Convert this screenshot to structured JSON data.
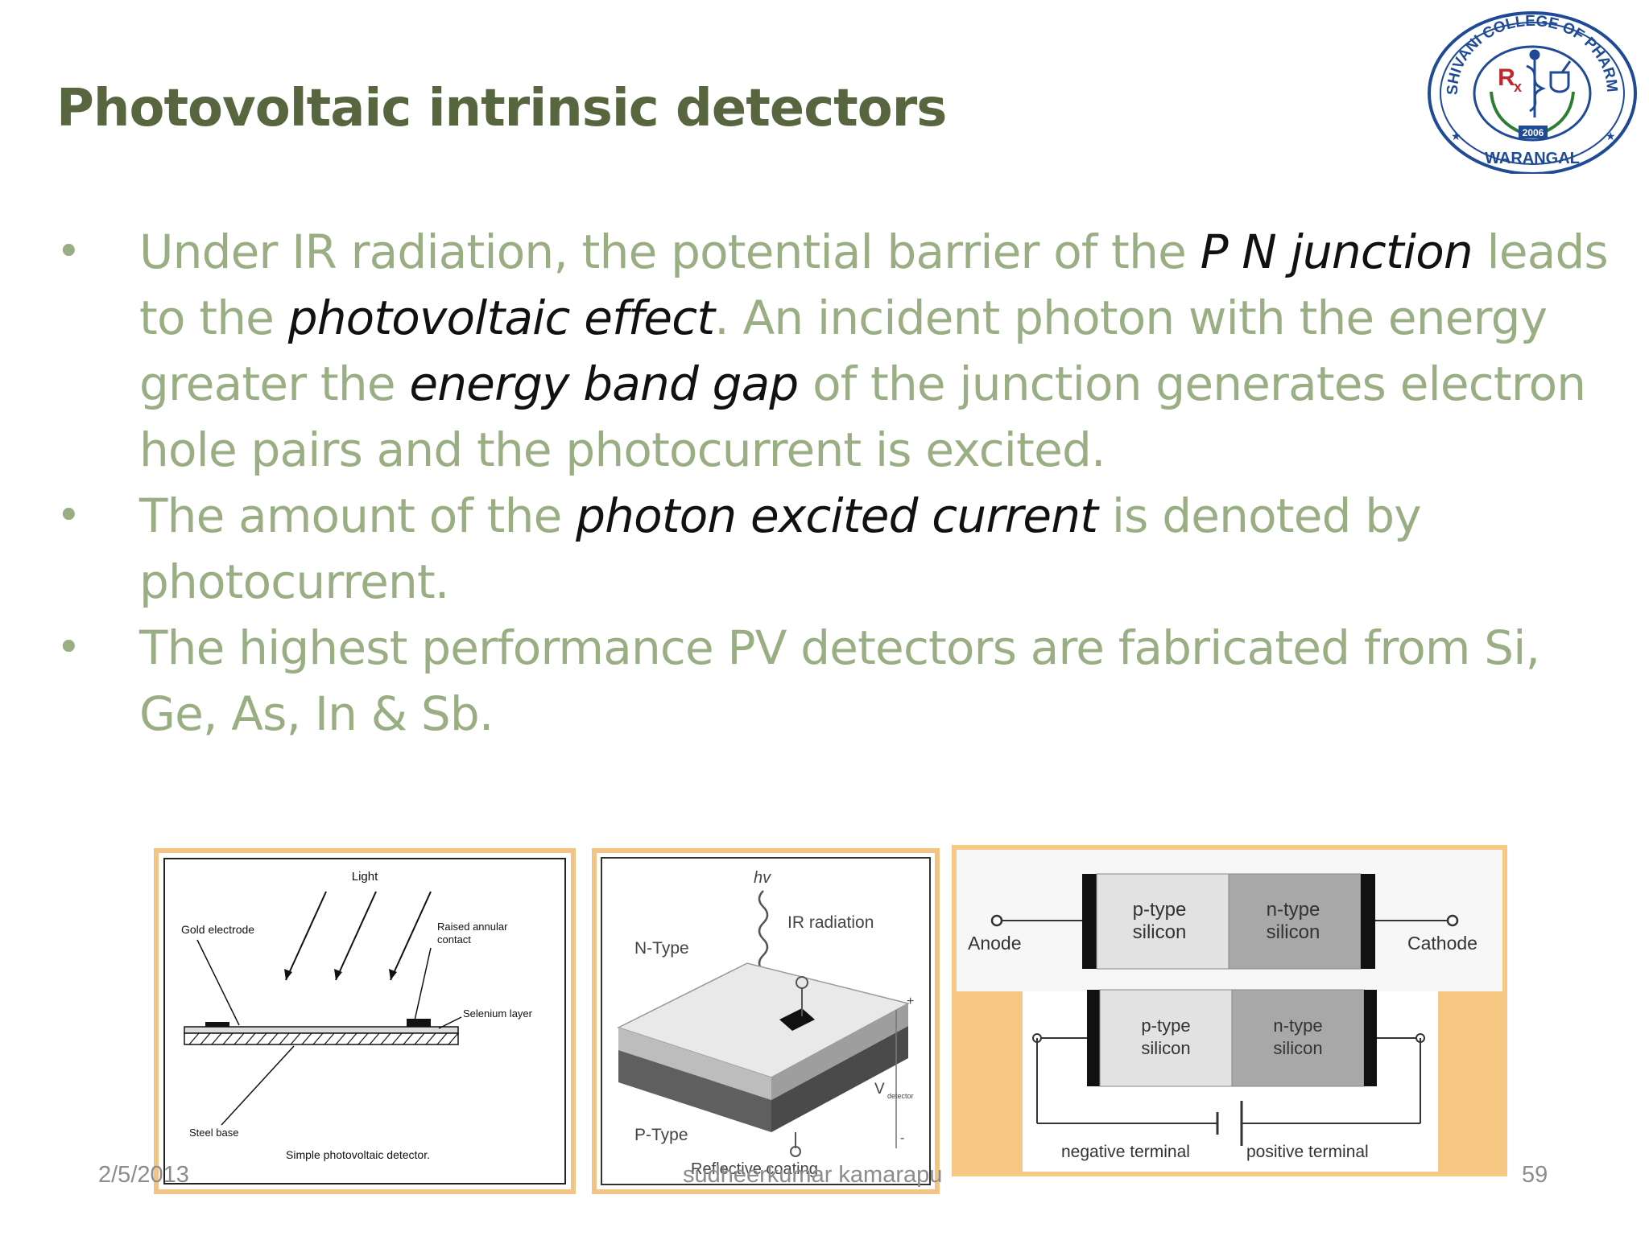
{
  "slide": {
    "title": "Photovoltaic intrinsic detectors"
  },
  "logo": {
    "top_text": "SRI SHIVANI COLLEGE OF PHARMACY",
    "bottom_text": "WARANGAL",
    "year": "2006",
    "symbol": "R",
    "sub_symbol": "x"
  },
  "bullets": [
    {
      "parts": [
        {
          "text": "Under IR radiation, the potential barrier of the ",
          "em": false
        },
        {
          "text": "P N junction",
          "em": true
        },
        {
          "text": " leads to the ",
          "em": false
        },
        {
          "text": "photovoltaic effect",
          "em": true
        },
        {
          "text": ". An incident photon with the energy greater the ",
          "em": false
        },
        {
          "text": "energy band gap",
          "em": true
        },
        {
          "text": " of the junction generates electron hole pairs and the photocurrent is excited.",
          "em": false
        }
      ]
    },
    {
      "parts": [
        {
          "text": "The amount of the ",
          "em": false
        },
        {
          "text": "photon excited current",
          "em": true
        },
        {
          "text": " is denoted by photocurrent.",
          "em": false
        }
      ]
    },
    {
      "parts": [
        {
          "text": "The highest performance PV detectors are fabricated from Si, Ge, As, In & Sb.",
          "em": false
        }
      ]
    }
  ],
  "figure1": {
    "light": "Light",
    "gold_electrode": "Gold electrode",
    "raised_contact_1": "Raised annular",
    "raised_contact_2": "contact",
    "selenium": "Selenium layer",
    "steel_base": "Steel base",
    "caption": "Simple photovoltaic detector."
  },
  "figure2": {
    "hv": "hv",
    "ir": "IR radiation",
    "ntype": "N-Type",
    "ptype": "P-Type",
    "coating": "Reflective coating",
    "vdet": "V",
    "vdet_sub": "detector",
    "plus": "+",
    "minus": "-"
  },
  "figure3": {
    "anode": "Anode",
    "cathode": "Cathode",
    "ptype_line1": "p-type",
    "ptype_line2": "silicon",
    "ntype_line1": "n-type",
    "ntype_line2": "silicon",
    "neg_terminal": "negative terminal",
    "pos_terminal": "positive terminal"
  },
  "footer": {
    "date": "2/5/2013",
    "author": "sudheerkumar kamarapu",
    "page": "59"
  },
  "colors": {
    "title": "#57663f",
    "body": "#9aae84",
    "emphasis": "#111111",
    "frame": "#f2c585"
  }
}
